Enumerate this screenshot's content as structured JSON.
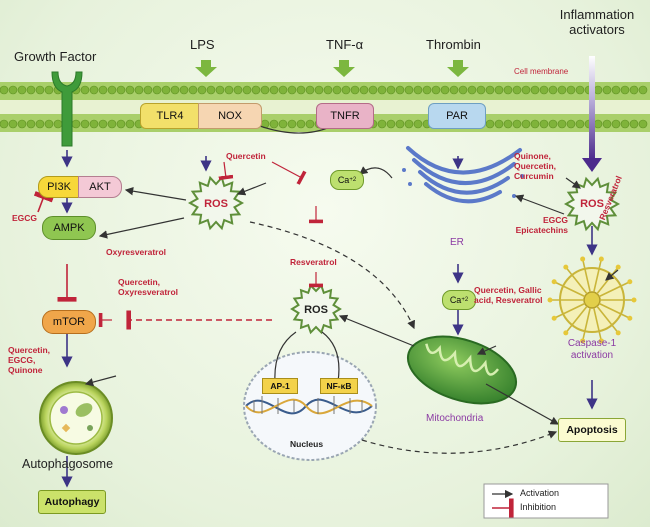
{
  "inputs": {
    "growth_factor": "Growth Factor",
    "lps": "LPS",
    "tnf": "TNF-α",
    "thrombin": "Thrombin",
    "inflammation": "Inflammation activators"
  },
  "membrane": {
    "label": "Cell membrane",
    "receptors": [
      "TLR4",
      "NOX",
      "TNFR",
      "PAR"
    ]
  },
  "nodes": {
    "pi3k": "PI3K",
    "akt": "AKT",
    "ampk": "AMPK",
    "mtor": "mTOR",
    "ros": "ROS",
    "ca": "Ca",
    "ca_sup": "+2",
    "er": "ER",
    "ap1": "AP-1",
    "nfkb": "NF-κB",
    "nucleus": "Nucleus",
    "mitochondria": "Mitochondria",
    "caspase": "Caspase-1 activation",
    "apoptosis": "Apoptosis",
    "autophagosome": "Autophagosome",
    "autophagy": "Autophagy"
  },
  "inhibitors": {
    "egcg": "EGCG",
    "quercetin_top": "Quercetin",
    "oxyresveratrol": "Oxyresveratrol",
    "quercetin_oxy": "Quercetin, Oxyresveratrol",
    "quercetin_egcg_quinone": "Quercetin, EGCG, Quinone",
    "resveratrol_mid": "Resveratrol",
    "quercetin_gallic_resveratrol": "Quercetin, Gallic acid, Resveratrol",
    "quinone_quercetin_curcumin": "Quinone, Quercetin, Curcumin",
    "egcg_epicatechins": "EGCG Epicatechins",
    "resveratrol_right": "Resveratrol"
  },
  "legend": {
    "activation": "Activation",
    "inhibition": "Inhibition"
  },
  "colors": {
    "inhibition": "#c0243a",
    "activation": "#3d3486",
    "membrane": "#8cbf3f",
    "ros_fill": "#f2f7ec"
  }
}
